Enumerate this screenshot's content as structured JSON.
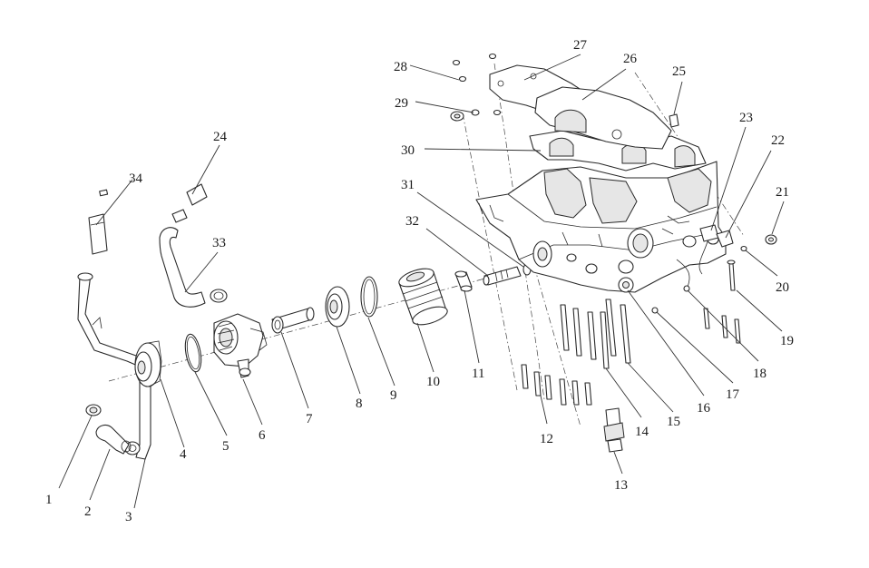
{
  "callouts": {
    "c1": "1",
    "c2": "2",
    "c3": "3",
    "c4": "4",
    "c5": "5",
    "c6": "6",
    "c7": "7",
    "c8": "8",
    "c9": "9",
    "c10": "10",
    "c11": "11",
    "c12": "12",
    "c13": "13",
    "c14": "14",
    "c15": "15",
    "c16": "16",
    "c17": "17",
    "c18": "18",
    "c19": "19",
    "c20": "20",
    "c21": "21",
    "c22": "22",
    "c23": "23",
    "c24": "24",
    "c25": "25",
    "c26": "26",
    "c27": "27",
    "c28": "28",
    "c29": "29",
    "c30": "30",
    "c31": "31",
    "c32": "32",
    "c33": "33",
    "c34": "34"
  },
  "colors": {
    "line": "#2a2a2a",
    "fill": "#ffffff",
    "shade": "#e6e6e6",
    "background": "#ffffff"
  }
}
